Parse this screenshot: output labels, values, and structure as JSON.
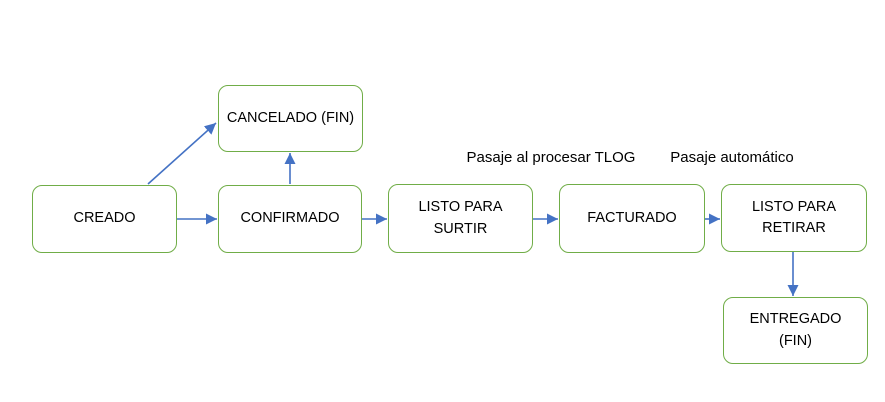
{
  "diagram": {
    "type": "flowchart",
    "nodes": [
      {
        "id": "creado",
        "lines": [
          "CREADO"
        ]
      },
      {
        "id": "cancelado",
        "lines": [
          "CANCELADO (FIN)"
        ]
      },
      {
        "id": "confirmado",
        "lines": [
          "CONFIRMADO"
        ]
      },
      {
        "id": "listo_para_surtir",
        "lines": [
          "LISTO PARA",
          "SURTIR"
        ]
      },
      {
        "id": "facturado",
        "lines": [
          "FACTURADO"
        ]
      },
      {
        "id": "listo_para_retirar",
        "lines": [
          "LISTO PARA",
          "RETIRAR"
        ]
      },
      {
        "id": "entregado",
        "lines": [
          "ENTREGADO",
          "(FIN)"
        ]
      }
    ],
    "edges": [
      {
        "from": "creado",
        "to": "confirmado"
      },
      {
        "from": "creado",
        "to": "cancelado"
      },
      {
        "from": "confirmado",
        "to": "cancelado"
      },
      {
        "from": "confirmado",
        "to": "listo_para_surtir"
      },
      {
        "from": "listo_para_surtir",
        "to": "facturado",
        "label": "Pasaje al procesar TLOG"
      },
      {
        "from": "facturado",
        "to": "listo_para_retirar",
        "label": "Pasaje automático"
      },
      {
        "from": "listo_para_retirar",
        "to": "entregado"
      }
    ],
    "colors": {
      "node_border": "#70AD47",
      "node_fill": "#FFFFFF",
      "arrow": "#4472C4",
      "text": "#000000",
      "background": "#FFFFFF"
    }
  }
}
